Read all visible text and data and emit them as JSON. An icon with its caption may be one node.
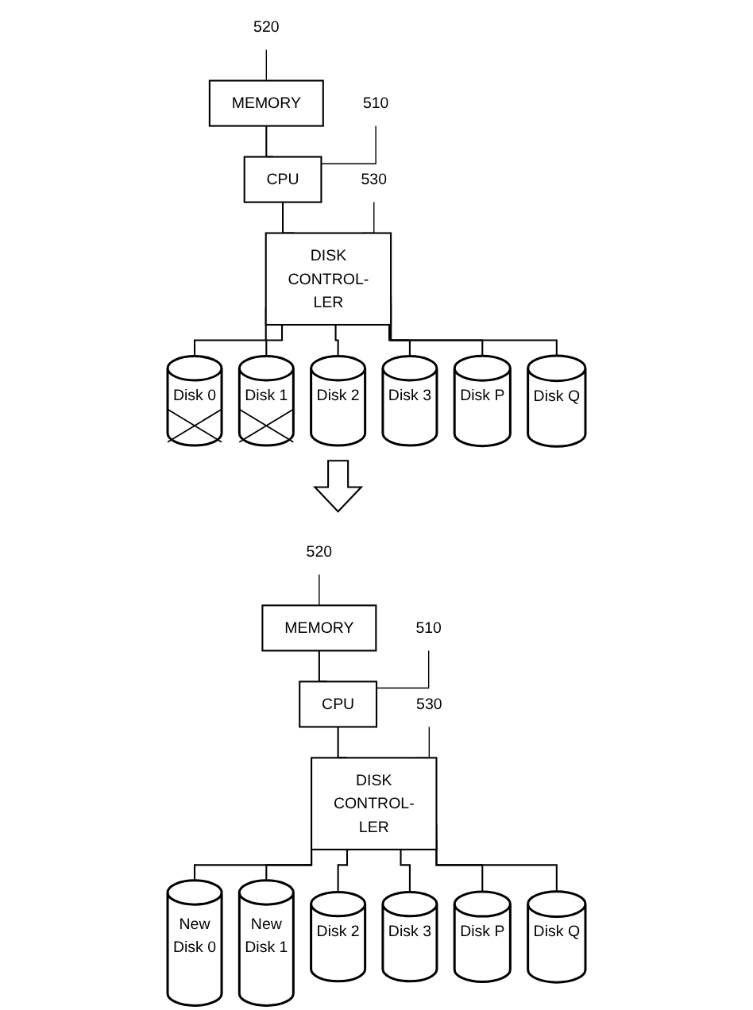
{
  "diagram": {
    "nodes": [
      {
        "text": [
          "520"
        ]
      },
      {
        "text": [
          "MEMORY"
        ]
      },
      {
        "text": [
          "CPU"
        ]
      },
      {
        "text": [
          "510"
        ]
      },
      {
        "text": [
          "DISK CONTROL- LER"
        ]
      },
      {
        "text": [
          "530"
        ]
      },
      {
        "text": [
          "Disk 0"
        ]
      },
      {
        "text": [
          "Disk 1"
        ]
      },
      {
        "text": [
          "Disk 2"
        ]
      },
      {
        "text": [
          "Disk 3"
        ]
      },
      {
        "text": [
          "Disk P"
        ]
      },
      {
        "text": [
          "Disk Q"
        ]
      },
      {
        "text": [],
        "shape": "arrow"
      },
      {
        "text": [
          "520"
        ]
      },
      {
        "text": [
          "MEMORY"
        ]
      },
      {
        "text": [
          "CPU"
        ]
      },
      {
        "text": [
          "510"
        ]
      },
      {
        "text": [
          "DISK CONTROL- LER"
        ]
      },
      {
        "text": [
          "530"
        ]
      },
      {
        "text": [
          "New Disk 0"
        ]
      },
      {
        "text": [
          "New Disk 1"
        ]
      },
      {
        "text": [
          "Disk 2"
        ]
      },
      {
        "text": [
          "Disk 3"
        ]
      },
      {
        "text": [
          "Disk P"
        ]
      },
      {
        "text": [
          "Disk Q"
        ]
      }
    ],
    "edges": [
      {
        "from": 0,
        "to": 1,
        "arrow": "none"
      },
      {
        "from": 1,
        "to": 2,
        "arrow": "none"
      },
      {
        "from": 3,
        "to": 2,
        "arrow": "none"
      },
      {
        "from": 2,
        "to": 4,
        "arrow": "none"
      },
      {
        "from": 5,
        "to": 4,
        "arrow": "none"
      },
      {
        "from": 4,
        "to": 6,
        "arrow": "none"
      },
      {
        "from": 4,
        "to": 7,
        "arrow": "none"
      },
      {
        "from": 4,
        "to": 8,
        "arrow": "none"
      },
      {
        "from": 4,
        "to": 9,
        "arrow": "none"
      },
      {
        "from": 4,
        "to": 10,
        "arrow": "none"
      },
      {
        "from": 4,
        "to": 11,
        "arrow": "none"
      },
      {
        "from": 13,
        "to": 14,
        "arrow": "none"
      },
      {
        "from": 14,
        "to": 15,
        "arrow": "none"
      },
      {
        "from": 16,
        "to": 15,
        "arrow": "none"
      },
      {
        "from": 15,
        "to": 17,
        "arrow": "none"
      },
      {
        "from": 18,
        "to": 17,
        "arrow": "none"
      },
      {
        "from": 17,
        "to": 19,
        "arrow": "none"
      },
      {
        "from": 17,
        "to": 20,
        "arrow": "none"
      },
      {
        "from": 17,
        "to": 21,
        "arrow": "none"
      },
      {
        "from": 17,
        "to": 22,
        "arrow": "none"
      },
      {
        "from": 17,
        "to": 23,
        "arrow": "none"
      },
      {
        "from": 17,
        "to": 24,
        "arrow": "none"
      }
    ]
  }
}
